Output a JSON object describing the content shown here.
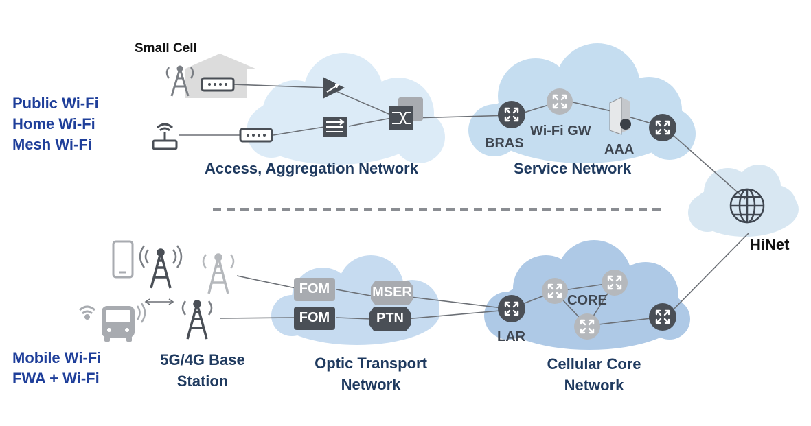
{
  "left_categories": {
    "top": [
      "Public Wi-Fi",
      "Home Wi-Fi",
      "Mesh Wi-Fi"
    ],
    "bottom": [
      "Mobile Wi-Fi",
      "FWA + Wi-Fi"
    ]
  },
  "labels": {
    "small_cell": "Small Cell",
    "access_network": "Access, Aggregation Network",
    "service_network": "Service Network",
    "bras": "BRAS",
    "wifi_gw": "Wi-Fi GW",
    "aaa": "AAA",
    "hinet": "HiNet",
    "base_station_line1": "5G/4G Base",
    "base_station_line2": "Station",
    "optic_line1": "Optic Transport",
    "optic_line2": "Network",
    "cellular_line1": "Cellular Core",
    "cellular_line2": "Network",
    "lar": "LAR",
    "core": "CORE",
    "fom_top": "FOM",
    "fom_bottom": "FOM",
    "mser": "MSER",
    "ptn": "PTN"
  },
  "colors": {
    "cloud_light": "#dcebf7",
    "cloud_mid": "#c5ddf0",
    "cloud_cellular": "#aec9e6",
    "device_dark": "#4a4f56",
    "device_grey": "#a8abb0",
    "label_blue": "#1f3f9a",
    "label_navy": "#1f3a5f"
  }
}
